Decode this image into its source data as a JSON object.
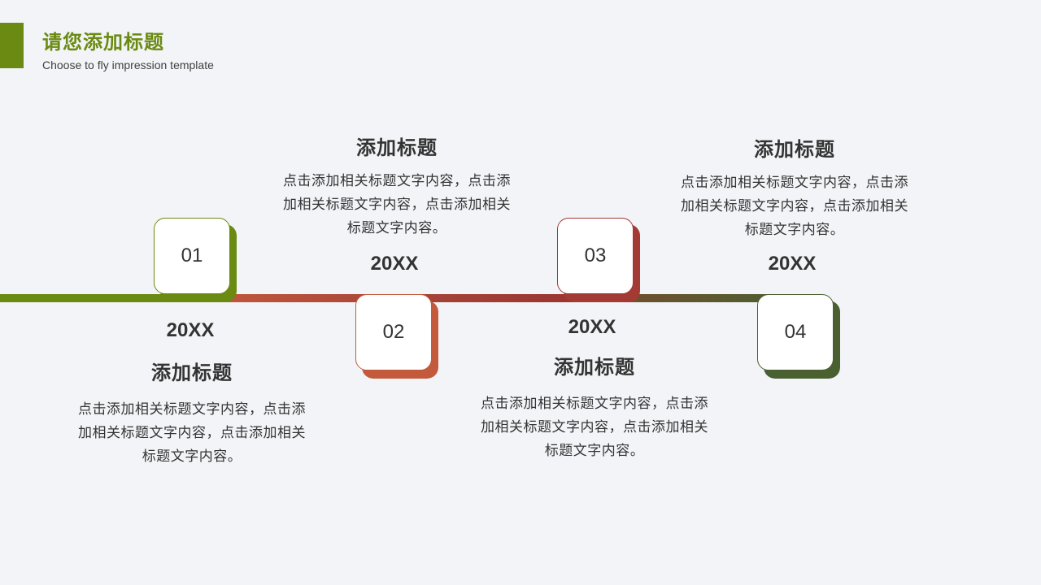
{
  "header": {
    "title": "请您添加标题",
    "subtitle": "Choose to fly impression template"
  },
  "colors": {
    "accent_green": "#6b8a12",
    "orange": "#c45a3c",
    "red": "#a33a33",
    "dark_green": "#4a6030",
    "background": "#f2f4f7"
  },
  "timeline": [
    {
      "number": "01",
      "year": "20XX",
      "heading": "添加标题",
      "text": "点击添加相关标题文字内容，点击添加相关标题文字内容，点击添加相关标题文字内容。"
    },
    {
      "number": "02",
      "year": "20XX",
      "heading": "添加标题",
      "text": "点击添加相关标题文字内容，点击添加相关标题文字内容，点击添加相关标题文字内容。"
    },
    {
      "number": "03",
      "year": "20XX",
      "heading": "添加标题",
      "text": "点击添加相关标题文字内容，点击添加相关标题文字内容，点击添加相关标题文字内容。"
    },
    {
      "number": "04",
      "year": "20XX",
      "heading": "添加标题",
      "text": "点击添加相关标题文字内容，点击添加相关标题文字内容，点击添加相关标题文字内容。"
    }
  ]
}
